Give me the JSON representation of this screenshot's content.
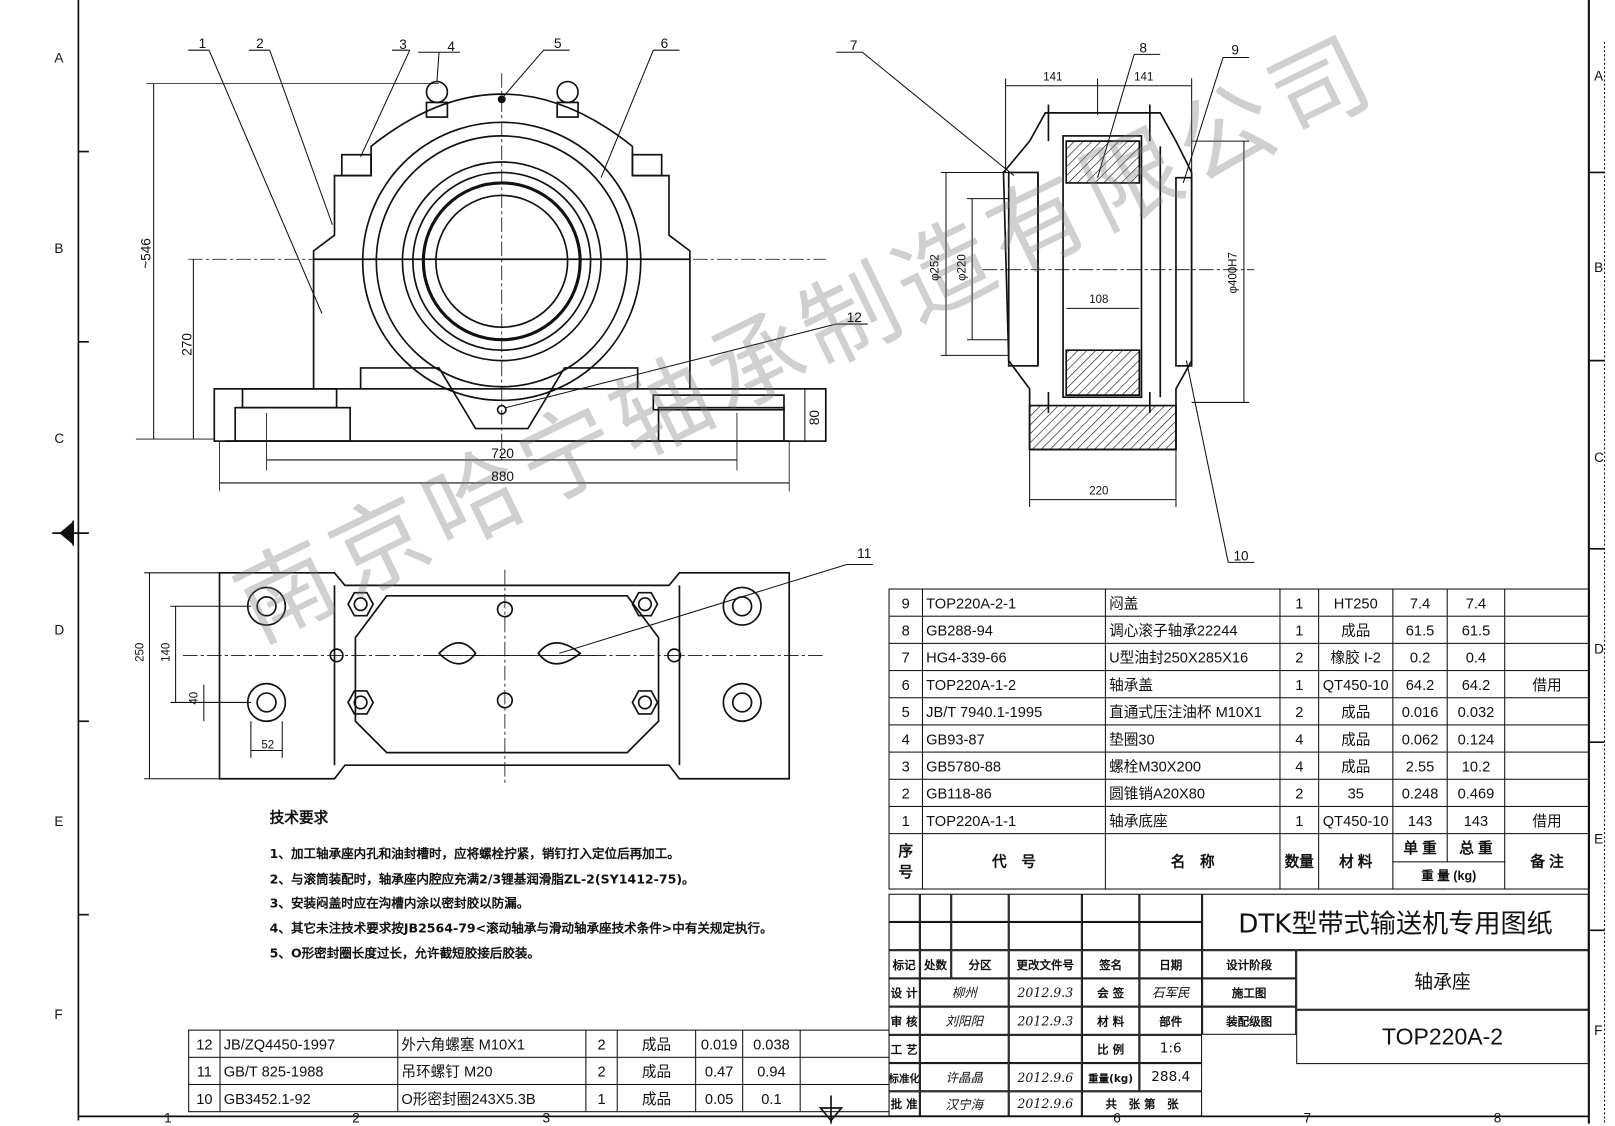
{
  "zones": {
    "rows_left": [
      "A",
      "B",
      "C",
      "D",
      "E",
      "F"
    ],
    "rows_right": [
      "A",
      "B",
      "C",
      "D",
      "E",
      "F"
    ],
    "cols_bottom": [
      "1",
      "2",
      "3",
      "6",
      "7",
      "8"
    ]
  },
  "watermark": "南京哈宁轴承制造有限公司",
  "front_view": {
    "balloons": [
      "1",
      "2",
      "3",
      "4",
      "5",
      "6",
      "12"
    ],
    "dims": {
      "height": "~546",
      "center": "270",
      "base": "80",
      "bolt_span": "720",
      "length": "880"
    }
  },
  "side_view": {
    "balloons": [
      "7",
      "8",
      "9",
      "10"
    ],
    "dims": {
      "left": "141",
      "right": "141",
      "d1": "φ252",
      "d2": "φ220",
      "bore": "φ400H7",
      "bearing_w": "108",
      "width": "220"
    }
  },
  "plan_view": {
    "balloons": [
      "11"
    ],
    "dims": {
      "width": "250",
      "inner": "140",
      "offset": "40",
      "hole": "52"
    }
  },
  "tech_requirements": {
    "title": "技术要求",
    "items": [
      "1、加工轴承座内孔和油封槽时，应将螺栓拧紧，销钉打入定位后再加工。",
      "2、与滚筒装配时，轴承座内腔应充满2/3锂基润滑脂ZL-2(SY1412-75)。",
      "3、安装闷盖时应在沟槽内涂以密封胶以防漏。",
      "4、其它未注技术要求按JB2564-79<滚动轴承与滑动轴承座技术条件>中有关规定执行。",
      "5、O形密封圈长度过长，允许截短胶接后胶装。"
    ]
  },
  "parts_main": [
    [
      "9",
      "TOP220A-2-1",
      "闷盖",
      "1",
      "HT250",
      "7.4",
      "7.4",
      ""
    ],
    [
      "8",
      "GB288-94",
      "调心滚子轴承22244",
      "1",
      "成品",
      "61.5",
      "61.5",
      ""
    ],
    [
      "7",
      "HG4-339-66",
      "U型油封250X285X16",
      "2",
      "橡胶 I-2",
      "0.2",
      "0.4",
      ""
    ],
    [
      "6",
      "TOP220A-1-2",
      "轴承盖",
      "1",
      "QT450-10",
      "64.2",
      "64.2",
      "借用"
    ],
    [
      "5",
      "JB/T 7940.1-1995",
      "直通式压注油杯 M10X1",
      "2",
      "成品",
      "0.016",
      "0.032",
      ""
    ],
    [
      "4",
      "GB93-87",
      "垫圈30",
      "4",
      "成品",
      "0.062",
      "0.124",
      ""
    ],
    [
      "3",
      "GB5780-88",
      "螺栓M30X200",
      "4",
      "成品",
      "2.55",
      "10.2",
      ""
    ],
    [
      "2",
      "GB118-86",
      "圆锥销A20X80",
      "2",
      "35",
      "0.248",
      "0.469",
      ""
    ],
    [
      "1",
      "TOP220A-1-1",
      "轴承底座",
      "1",
      "QT450-10",
      "143",
      "143",
      "借用"
    ]
  ],
  "parts_header": {
    "seq": "序号",
    "code": "代　号",
    "name": "名　称",
    "qty": "数量",
    "material": "材 料",
    "unit": "单 重",
    "total": "总 重",
    "weight": "重 量 (kg)",
    "remark": "备 注"
  },
  "parts_lower": [
    [
      "12",
      "JB/ZQ4450-1997",
      "外六角螺塞 M10X1",
      "2",
      "成品",
      "0.019",
      "0.038",
      ""
    ],
    [
      "11",
      "GB/T 825-1988",
      "吊环螺钉 M20",
      "2",
      "成品",
      "0.47",
      "0.94",
      ""
    ],
    [
      "10",
      "GB3452.1-92",
      "O形密封圈243X5.3B",
      "1",
      "成品",
      "0.05",
      "0.1",
      ""
    ]
  ],
  "title_block": {
    "series_title": "DTK型带式输送机专用图纸",
    "part_name": "轴承座",
    "drawing_no": "TOP220A-2",
    "headers": [
      "标记",
      "处数",
      "分区",
      "更改文件号",
      "签名",
      "日期"
    ],
    "design_label": "设 计",
    "design_sig": "柳州",
    "design_date": "2012.9.3",
    "countersign_label": "会 签",
    "countersign_sig": "石军民",
    "review_label": "审 核",
    "review_sig": "刘阳阳",
    "review_date": "2012.9.3",
    "material_label": "材 料",
    "material_value": "部件",
    "process_label": "工 艺",
    "scale_label": "比 例",
    "scale_value": "1:6",
    "standard_label": "标准化",
    "standard_sig": "许晶晶",
    "standard_date": "2012.9.6",
    "weight_label": "重量(kg)",
    "weight_value": "288.4",
    "approve_label": "批 准",
    "approve_sig": "汉宁海",
    "approve_date": "2012.9.6",
    "sheets_label": "共　张 第　张",
    "stage_label": "设计阶段",
    "stage_value": "施工图",
    "level_value": "装配级图"
  }
}
